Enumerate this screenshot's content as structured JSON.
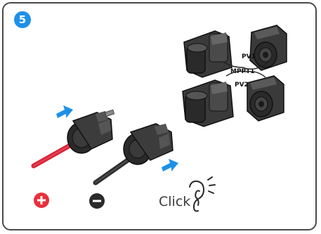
{
  "step": {
    "number": "5",
    "badge_color": "#1e90e8"
  },
  "labels": {
    "pv1": "PV1",
    "mppt": "MPPT1",
    "pv2": "PV2",
    "click": "Click"
  },
  "polarity": {
    "positive_color": "#e8303a",
    "negative_color": "#2b2b2b"
  },
  "colors": {
    "arrow": "#1e90e8",
    "positive_cable": "#d8263a",
    "negative_cable": "#2e2e2e"
  },
  "icons": [
    "plus-icon",
    "minus-icon",
    "ear-icon",
    "arrow-icon"
  ]
}
